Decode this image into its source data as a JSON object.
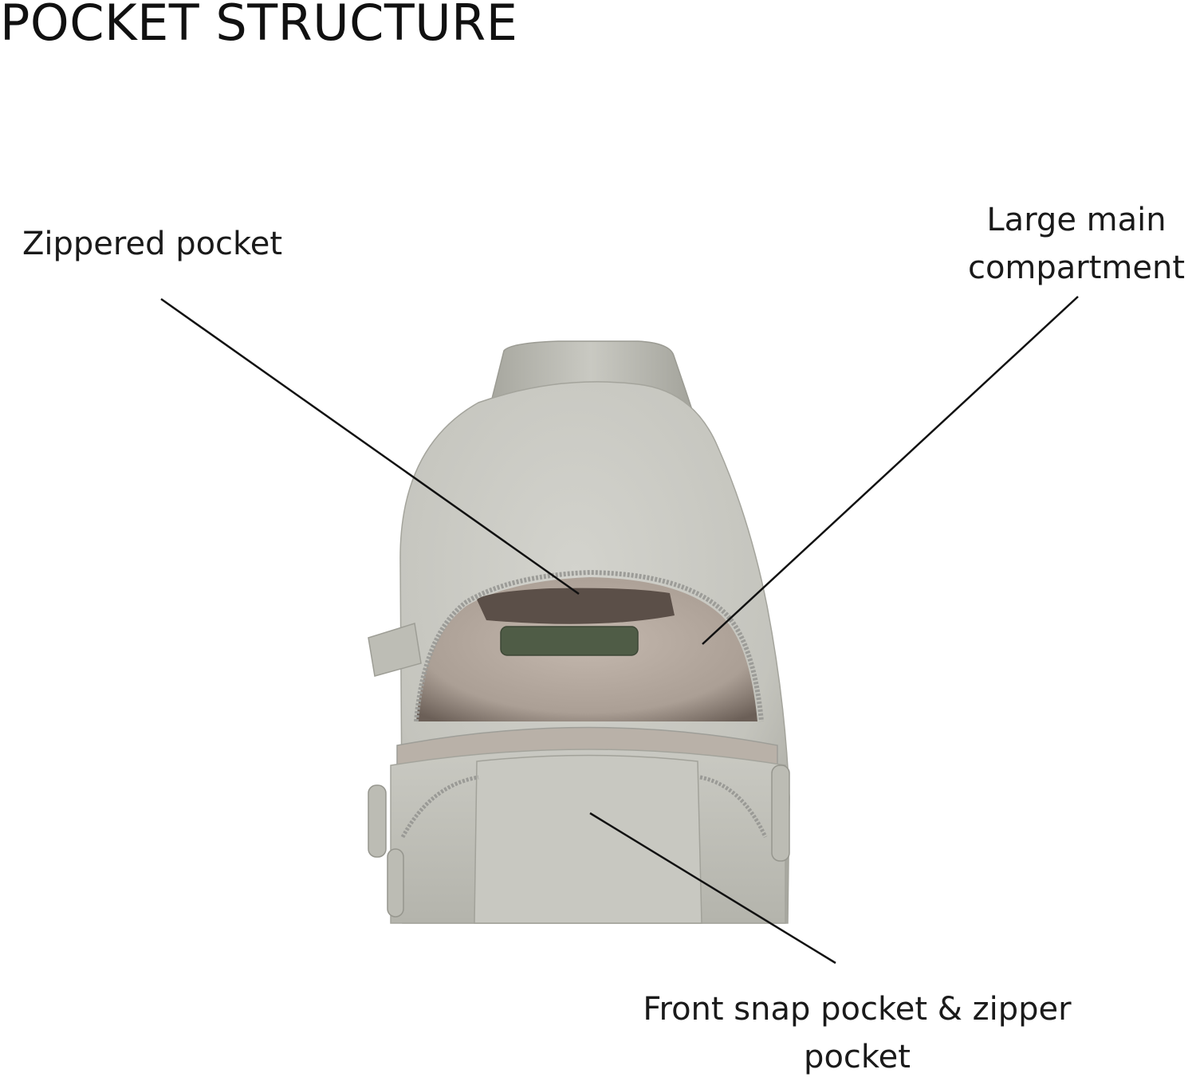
{
  "title": "POCKET STRUCTURE",
  "callouts": {
    "zippered": {
      "text": "Zippered pocket"
    },
    "main": {
      "line1": "Large main",
      "line2": "compartment"
    },
    "front": {
      "line1": "Front snap pocket & zipper",
      "line2": "pocket"
    }
  },
  "colors": {
    "bag_body": "#c6c6bf",
    "bag_shadow": "#a9a9a1",
    "lining": "#b3a79e",
    "lining_dark": "#5e524b",
    "label_patch": "#4d5a44",
    "zipper": "#9a9a96",
    "leader_line": "#111111"
  }
}
